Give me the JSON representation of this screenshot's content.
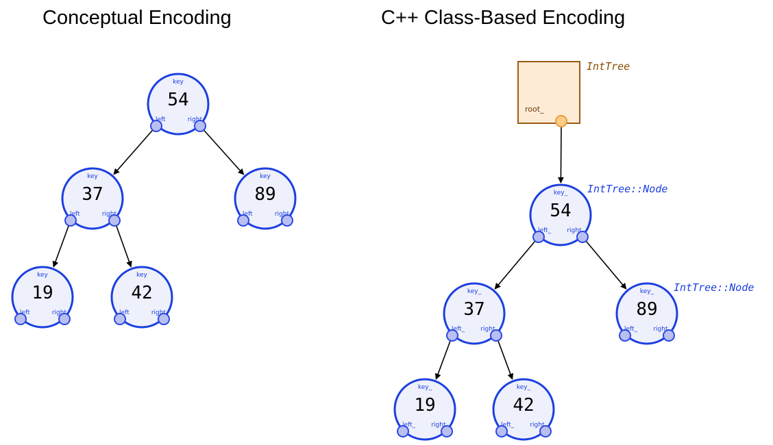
{
  "titles": {
    "left": "Conceptual Encoding",
    "right": "C++ Class-Based Encoding"
  },
  "conceptual": {
    "field_key": "key",
    "field_left": "left",
    "field_right": "right",
    "nodes": [
      {
        "id": "c54",
        "value": "54"
      },
      {
        "id": "c37",
        "value": "37"
      },
      {
        "id": "c89",
        "value": "89"
      },
      {
        "id": "c19",
        "value": "19"
      },
      {
        "id": "c42",
        "value": "42"
      }
    ],
    "edges": [
      {
        "from": "c54",
        "port": "left",
        "to": "c37"
      },
      {
        "from": "c54",
        "port": "right",
        "to": "c89"
      },
      {
        "from": "c37",
        "port": "left",
        "to": "c19"
      },
      {
        "from": "c37",
        "port": "right",
        "to": "c42"
      }
    ]
  },
  "class_based": {
    "tree_type": "IntTree",
    "root_field": "root_",
    "field_key": "key_",
    "field_left": "left_",
    "field_right": "right_",
    "node_type": "IntTree::Node",
    "nodes": [
      {
        "id": "k54",
        "value": "54",
        "show_type": true
      },
      {
        "id": "k37",
        "value": "37",
        "show_type": false
      },
      {
        "id": "k89",
        "value": "89",
        "show_type": true
      },
      {
        "id": "k19",
        "value": "19",
        "show_type": false
      },
      {
        "id": "k42",
        "value": "42",
        "show_type": false
      }
    ],
    "edges": [
      {
        "from": "root",
        "port": "root_",
        "to": "k54"
      },
      {
        "from": "k54",
        "port": "left",
        "to": "k37"
      },
      {
        "from": "k54",
        "port": "right",
        "to": "k89"
      },
      {
        "from": "k37",
        "port": "left",
        "to": "k19"
      },
      {
        "from": "k37",
        "port": "right",
        "to": "k42"
      }
    ]
  },
  "colors": {
    "node_stroke": "#1b3fe0",
    "node_fill": "#eef0fb",
    "port_fill": "#b9bff0",
    "box_fill": "#fdebd6",
    "box_stroke": "#9a5a14",
    "box_port": "#ffcc88"
  }
}
